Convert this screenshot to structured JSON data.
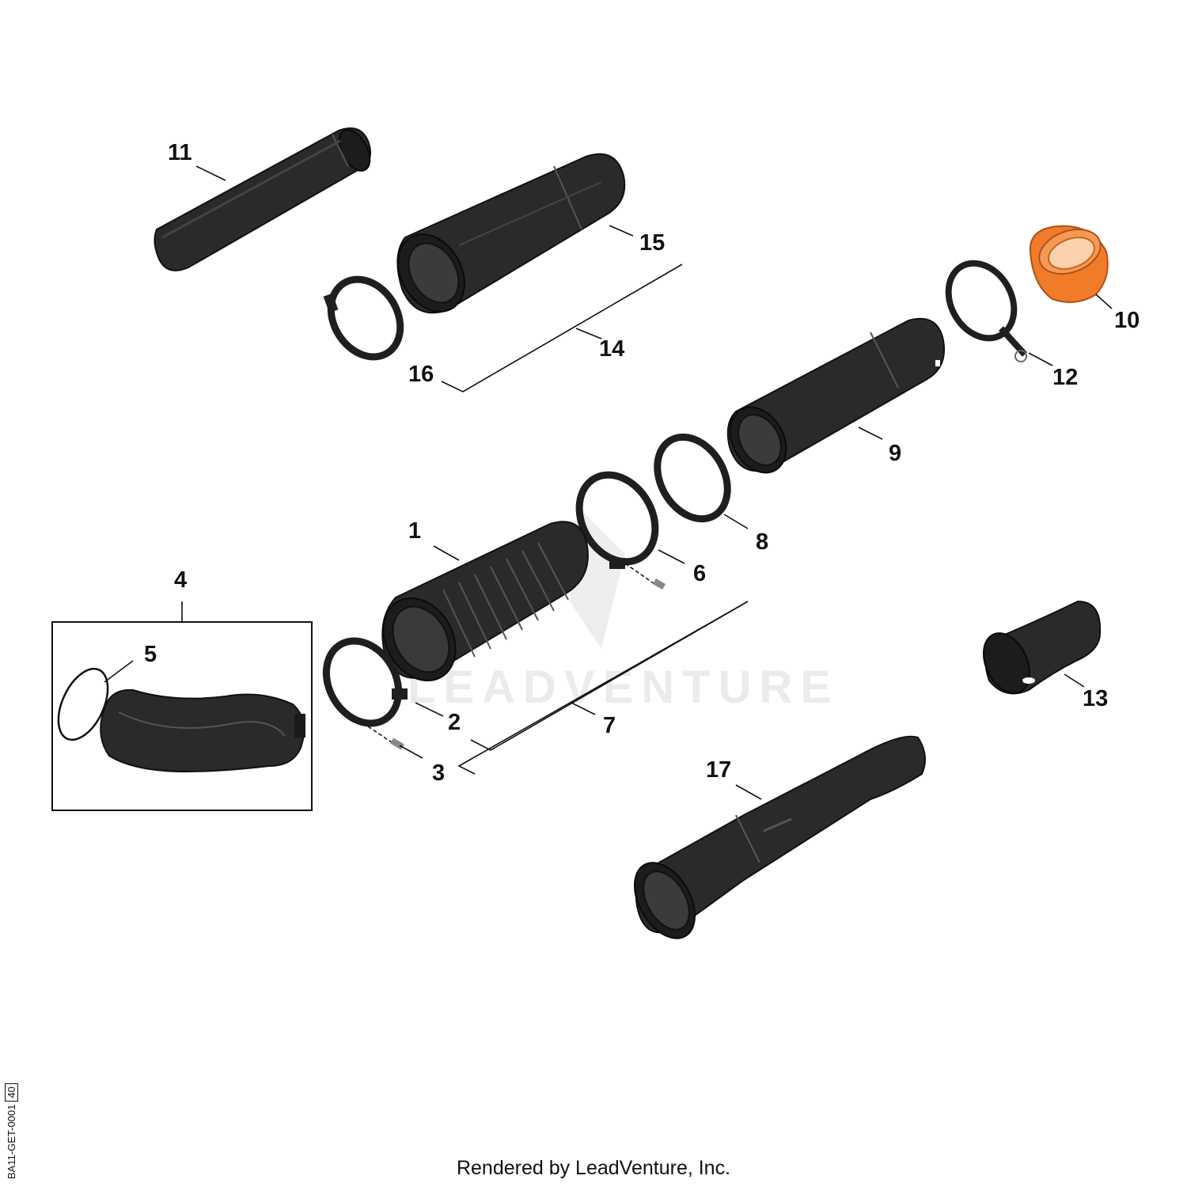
{
  "diagram": {
    "parts": [
      {
        "id": "part-1",
        "label": "1"
      },
      {
        "id": "part-2",
        "label": "2"
      },
      {
        "id": "part-3",
        "label": "3"
      },
      {
        "id": "part-4",
        "label": "4"
      },
      {
        "id": "part-5",
        "label": "5"
      },
      {
        "id": "part-6",
        "label": "6"
      },
      {
        "id": "part-7",
        "label": "7"
      },
      {
        "id": "part-8",
        "label": "8"
      },
      {
        "id": "part-9",
        "label": "9"
      },
      {
        "id": "part-10",
        "label": "10"
      },
      {
        "id": "part-11",
        "label": "11"
      },
      {
        "id": "part-12",
        "label": "12"
      },
      {
        "id": "part-13",
        "label": "13"
      },
      {
        "id": "part-14",
        "label": "14"
      },
      {
        "id": "part-15",
        "label": "15"
      },
      {
        "id": "part-16",
        "label": "16"
      },
      {
        "id": "part-17",
        "label": "17"
      }
    ],
    "highlight_color": "#f07c2a",
    "part_color": "#2a2a2a",
    "watermark": "LEADVENTURE"
  },
  "footer": {
    "text": "Rendered by LeadVenture, Inc."
  },
  "drawing_code": {
    "code": "BA11-GET-0001",
    "sheet": "40"
  }
}
